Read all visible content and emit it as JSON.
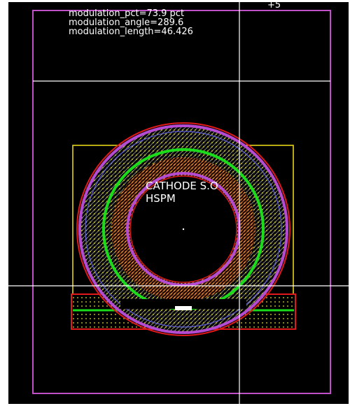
{
  "canvas": {
    "background": "#000000",
    "hud": [
      "modulation_pct=73.9 pct",
      "modulation_angle=289.6",
      "modulation_length=46.426"
    ],
    "corner_marker": "+5",
    "labels": {
      "cathode": "CATHODE S.O",
      "hspm": "HSPM"
    }
  },
  "colors": {
    "magenta_frame": "#c050c8",
    "yellow_box": "#e6d21a",
    "red_outline": "#e01a1a",
    "green_ring": "#1adc1a",
    "orange_fill": "#c8641e",
    "purple_outline": "#b44bd2",
    "crosshair": "#ffffff"
  }
}
